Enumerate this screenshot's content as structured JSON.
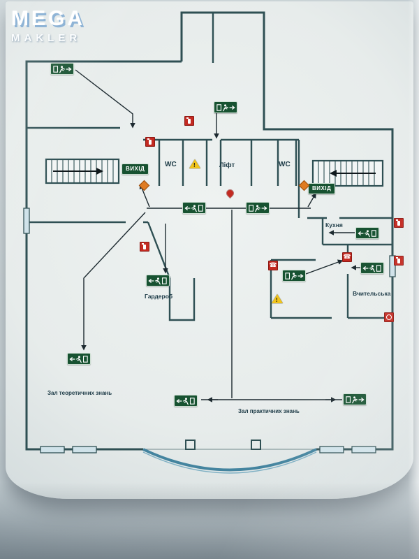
{
  "watermark": {
    "line1": "MEGA",
    "line2": "MAKLER"
  },
  "plan": {
    "exit_label": "ВИХІД",
    "rooms": {
      "wc_left": "WC",
      "wc_right": "WC",
      "lift": "Ліфт",
      "kitchen": "Кухня",
      "teachers": "Вчительська",
      "cloakroom": "Гардероб",
      "theory_hall": "Зал теоретичних знань",
      "practice_hall": "Зал практичних знань"
    },
    "icon_glyphs": {
      "phone": "☎",
      "warning": "!"
    },
    "icons": [
      "exit-sign-running-man",
      "exit-text-badge",
      "fire-extinguisher",
      "emergency-phone",
      "fire-alarm-button",
      "fire-hydrant",
      "warning-triangle",
      "location-marker",
      "staircase",
      "window"
    ],
    "colors": {
      "wall": "#2e4f53",
      "exit_green": "#175231",
      "safety_red": "#c32a21",
      "warning_yellow": "#f0c41b",
      "hydrant_orange": "#df7b22",
      "arc_blue": "#44849f",
      "paper": "#e7eceb",
      "route": "#1d2a30"
    }
  }
}
